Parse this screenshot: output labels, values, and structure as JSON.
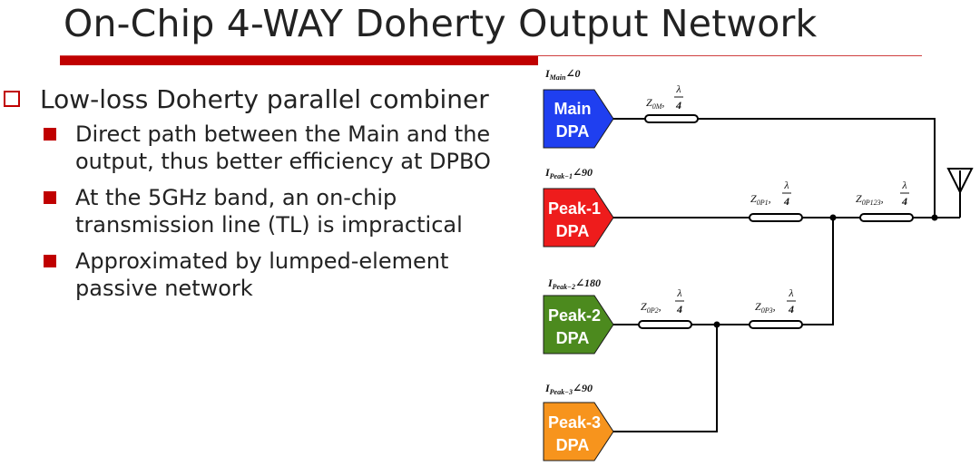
{
  "slide": {
    "title": "On-Chip 4-WAY Doherty Output Network"
  },
  "bullets": {
    "main": "Low-loss Doherty parallel combiner",
    "sub": [
      "Direct path between the Main and the output, thus better efficiency at DPBO",
      "At the 5GHz band, an on-chip transmission line (TL) is impractical",
      "Approximated by lumped-element passive network"
    ]
  },
  "network": {
    "amplifiers": {
      "main": {
        "line1": "Main",
        "line2": "DPA",
        "current": "I",
        "current_sub": "Main",
        "phase": "∠0",
        "color": "#1f3ff0"
      },
      "peak1": {
        "line1": "Peak-1",
        "line2": "DPA",
        "current": "I",
        "current_sub": "Peak−1",
        "phase": "∠90",
        "color": "#ee1c1c"
      },
      "peak2": {
        "line1": "Peak-2",
        "line2": "DPA",
        "current": "I",
        "current_sub": "Peak−2",
        "phase": "∠180",
        "color": "#4c8a1e"
      },
      "peak3": {
        "line1": "Peak-3",
        "line2": "DPA",
        "current": "I",
        "current_sub": "Peak−3",
        "phase": "∠90",
        "color": "#f7941d"
      }
    },
    "tlines": {
      "z0m": {
        "symbol": "Z",
        "sub": "0M",
        "num": "λ",
        "den": "4"
      },
      "z0p1": {
        "symbol": "Z",
        "sub": "0P1",
        "num": "λ",
        "den": "4"
      },
      "z0p123": {
        "symbol": "Z",
        "sub": "0P123",
        "num": "λ",
        "den": "4"
      },
      "z0p2": {
        "symbol": "Z",
        "sub": "0P2",
        "num": "λ",
        "den": "4"
      },
      "z0p3": {
        "symbol": "Z",
        "sub": "0P3",
        "num": "λ",
        "den": "4"
      }
    },
    "comma": ","
  }
}
